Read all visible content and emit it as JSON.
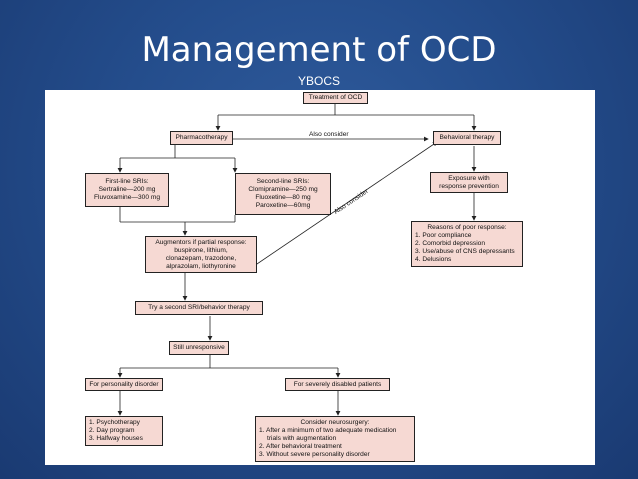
{
  "slide": {
    "title": "Management of OCD",
    "subtitle": "YBOCS"
  },
  "flowchart": {
    "treatment": "Treatment of OCD",
    "pharmacotherapy": "Pharmacotherapy",
    "also_consider_top": "Also consider",
    "behavioral": "Behavioral therapy",
    "first_line": [
      "First-line SRIs:",
      "Sertraline—200 mg",
      "Fluvoxamine—300 mg"
    ],
    "second_line": [
      "Second-line SRIs:",
      "Clomipramine—250 mg",
      "Fluoxetine—80 mg",
      "Paroxetine—60mg"
    ],
    "also_consider_diag": "Also consider",
    "exposure": [
      "Exposure with",
      "response prevention"
    ],
    "reasons": [
      "Reasons of poor response:",
      "1. Poor compliance",
      "2. Comorbid depression",
      "3. Use/abuse of CNS depressants",
      "4. Delusions"
    ],
    "augmentors": [
      "Augmentors if partial response:",
      "buspirone, lithium,",
      "clonazepam, trazodone,",
      "alprazolam, liothyronine"
    ],
    "try_second": "Try a second SRI/behavior therapy",
    "still_unresponsive": "Still unresponsive",
    "personality": "For personality disorder",
    "disabled": "For severely disabled patients",
    "psychotherapy": [
      "1. Psychotherapy",
      "2. Day program",
      "3. Halfway houses"
    ],
    "neurosurgery": [
      "Consider neurosurgery:",
      "1. After a minimum of two adequate medication",
      "trials with augmentation",
      "2. After behavioral treatment",
      "3. Without severe personality disorder"
    ]
  },
  "colors": {
    "box_fill": "#f6d9d3",
    "background": "#244d8c"
  }
}
